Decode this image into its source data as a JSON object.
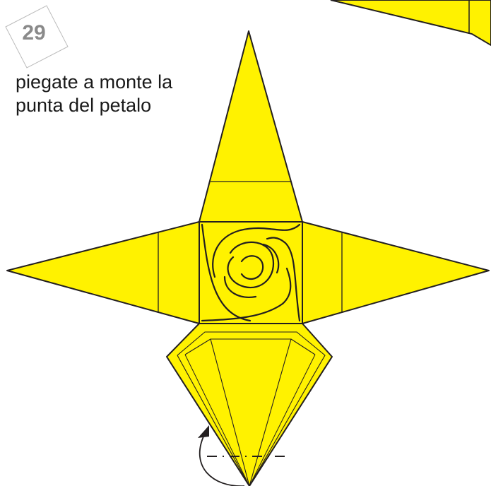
{
  "step": {
    "number": "29"
  },
  "instruction": {
    "line1": "piegate a monte la",
    "line2": "punta del petalo"
  },
  "colors": {
    "paper": "#FFF200",
    "line": "#231F20",
    "badge_border": "#BBBBBB",
    "badge_text": "#8A8A8A"
  },
  "fold": {
    "type": "mountain-fold",
    "target": "petal tip"
  }
}
